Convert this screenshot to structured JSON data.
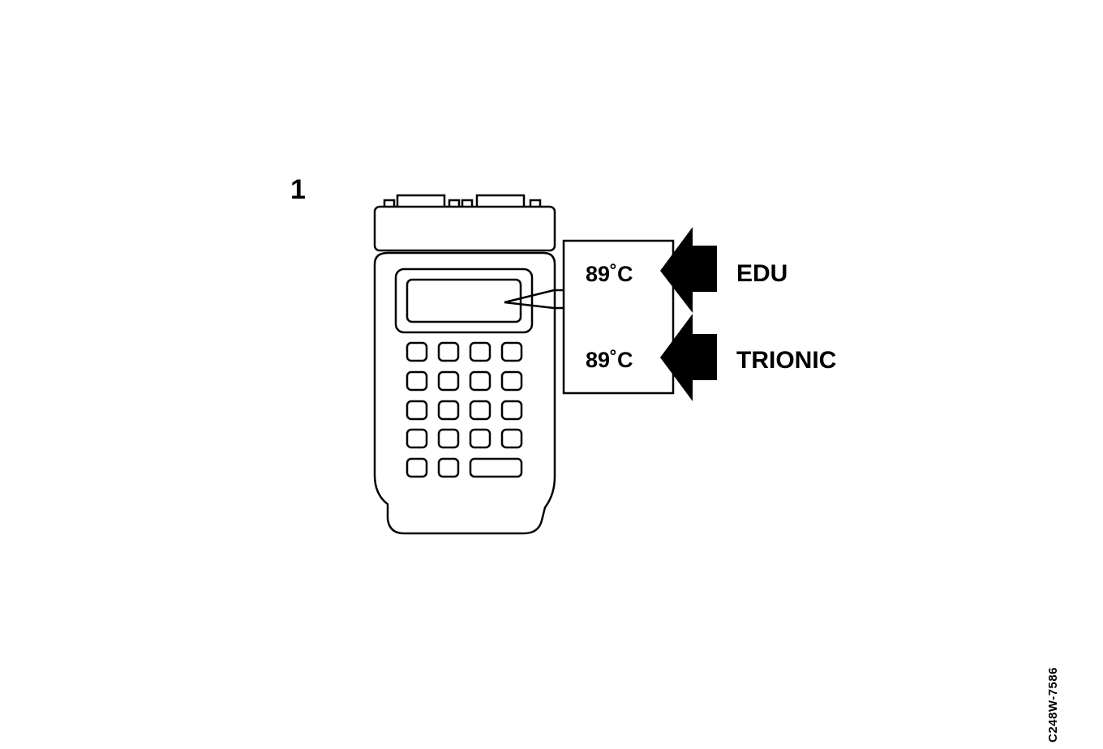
{
  "figure": {
    "step_number": "1",
    "readouts": [
      {
        "value": "89˚C",
        "label": "EDU"
      },
      {
        "value": "89˚C",
        "label": "TRIONIC"
      }
    ],
    "reference_code": "C248W-7586"
  },
  "colors": {
    "ink": "#000000",
    "paper": "#ffffff"
  },
  "icons": {
    "device": "handheld-diagnostic-tester-icon",
    "pointer": "filled-arrow-left-icon"
  }
}
